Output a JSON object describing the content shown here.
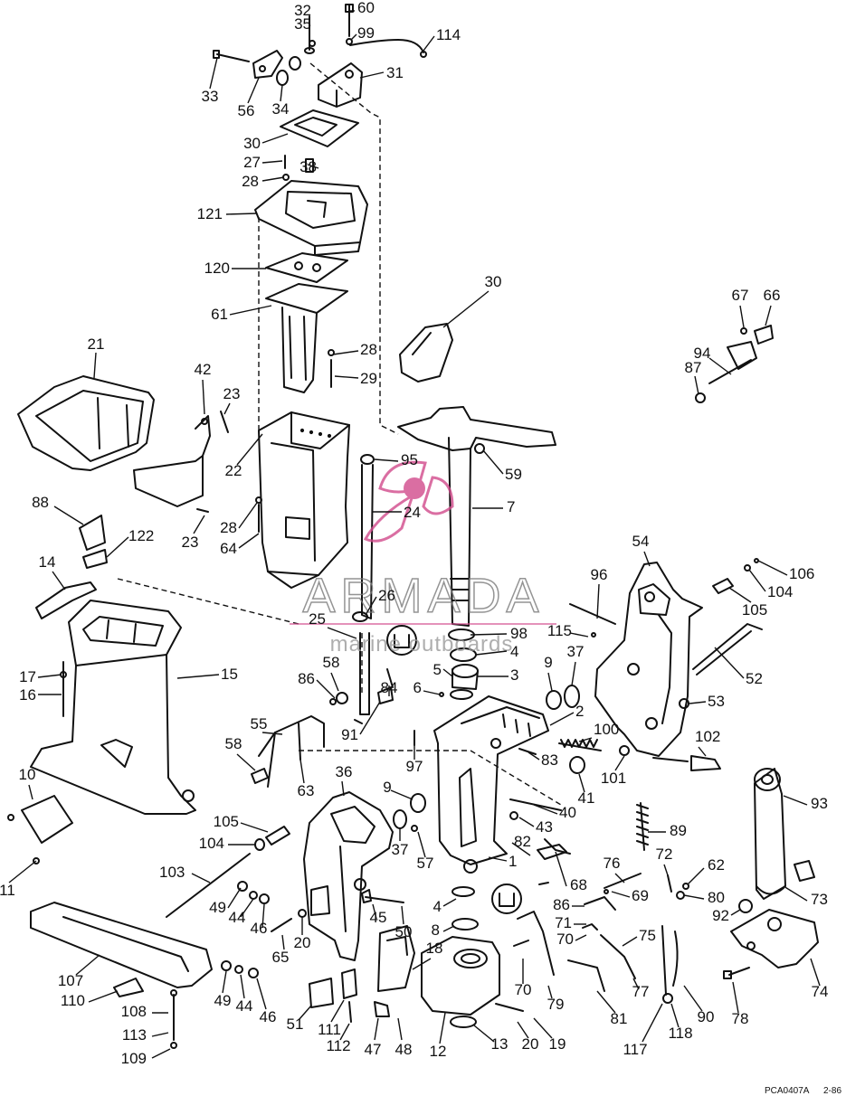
{
  "watermark": {
    "brand": "ARMADA",
    "tagline": "marine outboards",
    "brand_color": "#d24a8c"
  },
  "footer": {
    "code": "PCA0407A",
    "date": "2-86"
  },
  "callouts": [
    {
      "id": "c32",
      "text": "32"
    },
    {
      "id": "c35",
      "text": "35"
    },
    {
      "id": "c60",
      "text": "60"
    },
    {
      "id": "c99",
      "text": "99"
    },
    {
      "id": "c114",
      "text": "114"
    },
    {
      "id": "c31",
      "text": "31"
    },
    {
      "id": "c33",
      "text": "33"
    },
    {
      "id": "c56",
      "text": "56"
    },
    {
      "id": "c34",
      "text": "34"
    },
    {
      "id": "c30a",
      "text": "30"
    },
    {
      "id": "c27",
      "text": "27"
    },
    {
      "id": "c38",
      "text": "38"
    },
    {
      "id": "c28a",
      "text": "28"
    },
    {
      "id": "c121",
      "text": "121"
    },
    {
      "id": "c120",
      "text": "120"
    },
    {
      "id": "c61",
      "text": "61"
    },
    {
      "id": "c30b",
      "text": "30"
    },
    {
      "id": "c67",
      "text": "67"
    },
    {
      "id": "c66",
      "text": "66"
    },
    {
      "id": "c94",
      "text": "94"
    },
    {
      "id": "c87",
      "text": "87"
    },
    {
      "id": "c28b",
      "text": "28"
    },
    {
      "id": "c29",
      "text": "29"
    },
    {
      "id": "c21",
      "text": "21"
    },
    {
      "id": "c42",
      "text": "42"
    },
    {
      "id": "c23a",
      "text": "23"
    },
    {
      "id": "c22",
      "text": "22"
    },
    {
      "id": "c95",
      "text": "95"
    },
    {
      "id": "c59",
      "text": "59"
    },
    {
      "id": "c7",
      "text": "7"
    },
    {
      "id": "c24",
      "text": "24"
    },
    {
      "id": "c88",
      "text": "88"
    },
    {
      "id": "c122",
      "text": "122"
    },
    {
      "id": "c23b",
      "text": "23"
    },
    {
      "id": "c28c",
      "text": "28"
    },
    {
      "id": "c64",
      "text": "64"
    },
    {
      "id": "c14",
      "text": "14"
    },
    {
      "id": "c54",
      "text": "54"
    },
    {
      "id": "c96",
      "text": "96"
    },
    {
      "id": "c106",
      "text": "106"
    },
    {
      "id": "c104a",
      "text": "104"
    },
    {
      "id": "c105a",
      "text": "105"
    },
    {
      "id": "c26",
      "text": "26"
    },
    {
      "id": "c25",
      "text": "25"
    },
    {
      "id": "c98",
      "text": "98"
    },
    {
      "id": "c115",
      "text": "115"
    },
    {
      "id": "c4a",
      "text": "4"
    },
    {
      "id": "c17",
      "text": "17"
    },
    {
      "id": "c15",
      "text": "15"
    },
    {
      "id": "c16",
      "text": "16"
    },
    {
      "id": "c58a",
      "text": "58"
    },
    {
      "id": "c5",
      "text": "5"
    },
    {
      "id": "c3",
      "text": "3"
    },
    {
      "id": "c9a",
      "text": "9"
    },
    {
      "id": "c37a",
      "text": "37"
    },
    {
      "id": "c52",
      "text": "52"
    },
    {
      "id": "c86a",
      "text": "86"
    },
    {
      "id": "c84",
      "text": "84"
    },
    {
      "id": "c6",
      "text": "6"
    },
    {
      "id": "c53",
      "text": "53"
    },
    {
      "id": "c91",
      "text": "91"
    },
    {
      "id": "c2",
      "text": "2"
    },
    {
      "id": "c55",
      "text": "55"
    },
    {
      "id": "c100",
      "text": "100"
    },
    {
      "id": "c102",
      "text": "102"
    },
    {
      "id": "c58b",
      "text": "58"
    },
    {
      "id": "c97",
      "text": "97"
    },
    {
      "id": "c83",
      "text": "83"
    },
    {
      "id": "c101",
      "text": "101"
    },
    {
      "id": "c36",
      "text": "36"
    },
    {
      "id": "c41",
      "text": "41"
    },
    {
      "id": "c10",
      "text": "10"
    },
    {
      "id": "c63",
      "text": "63"
    },
    {
      "id": "c9b",
      "text": "9"
    },
    {
      "id": "c93",
      "text": "93"
    },
    {
      "id": "c40",
      "text": "40"
    },
    {
      "id": "c105b",
      "text": "105"
    },
    {
      "id": "c43",
      "text": "43"
    },
    {
      "id": "c89",
      "text": "89"
    },
    {
      "id": "c104b",
      "text": "104"
    },
    {
      "id": "c37b",
      "text": "37"
    },
    {
      "id": "c57",
      "text": "57"
    },
    {
      "id": "c82",
      "text": "82"
    },
    {
      "id": "c11",
      "text": "11"
    },
    {
      "id": "c103",
      "text": "103"
    },
    {
      "id": "c1",
      "text": "1"
    },
    {
      "id": "c72",
      "text": "72"
    },
    {
      "id": "c76",
      "text": "76"
    },
    {
      "id": "c62",
      "text": "62"
    },
    {
      "id": "c68",
      "text": "68"
    },
    {
      "id": "c69",
      "text": "69"
    },
    {
      "id": "c80",
      "text": "80"
    },
    {
      "id": "c73",
      "text": "73"
    },
    {
      "id": "c49a",
      "text": "49"
    },
    {
      "id": "c44a",
      "text": "44"
    },
    {
      "id": "c4b",
      "text": "4"
    },
    {
      "id": "c86b",
      "text": "86"
    },
    {
      "id": "c92",
      "text": "92"
    },
    {
      "id": "c46a",
      "text": "46"
    },
    {
      "id": "c45",
      "text": "45"
    },
    {
      "id": "c50",
      "text": "50"
    },
    {
      "id": "c8",
      "text": "8"
    },
    {
      "id": "c71",
      "text": "71"
    },
    {
      "id": "c75",
      "text": "75"
    },
    {
      "id": "c70a",
      "text": "70"
    },
    {
      "id": "c65",
      "text": "65"
    },
    {
      "id": "c20a",
      "text": "20"
    },
    {
      "id": "c18",
      "text": "18"
    },
    {
      "id": "c107",
      "text": "107"
    },
    {
      "id": "c70b",
      "text": "70"
    },
    {
      "id": "c77",
      "text": "77"
    },
    {
      "id": "c74",
      "text": "74"
    },
    {
      "id": "c49b",
      "text": "49"
    },
    {
      "id": "c44b",
      "text": "44"
    },
    {
      "id": "c110",
      "text": "110"
    },
    {
      "id": "c79",
      "text": "79"
    },
    {
      "id": "c81",
      "text": "81"
    },
    {
      "id": "c90",
      "text": "90"
    },
    {
      "id": "c78",
      "text": "78"
    },
    {
      "id": "c108",
      "text": "108"
    },
    {
      "id": "c46b",
      "text": "46"
    },
    {
      "id": "c51",
      "text": "51"
    },
    {
      "id": "c118",
      "text": "118"
    },
    {
      "id": "c113",
      "text": "113"
    },
    {
      "id": "c111",
      "text": "111"
    },
    {
      "id": "c112",
      "text": "112"
    },
    {
      "id": "c47",
      "text": "47"
    },
    {
      "id": "c48",
      "text": "48"
    },
    {
      "id": "c12",
      "text": "12"
    },
    {
      "id": "c13",
      "text": "13"
    },
    {
      "id": "c20b",
      "text": "20"
    },
    {
      "id": "c19",
      "text": "19"
    },
    {
      "id": "c117",
      "text": "117"
    },
    {
      "id": "c109",
      "text": "109"
    }
  ]
}
